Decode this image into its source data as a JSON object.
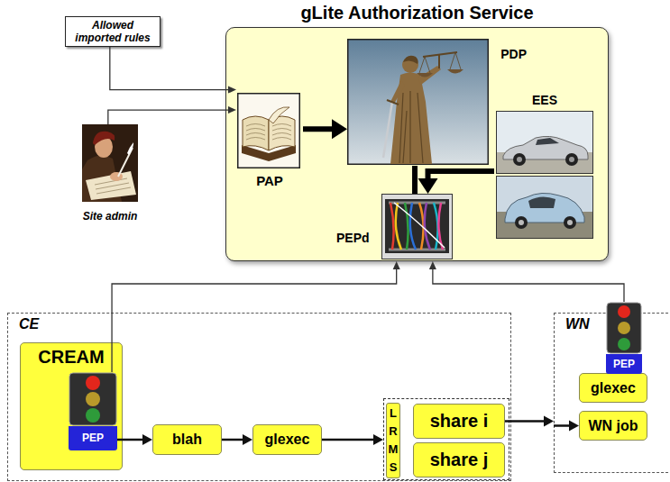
{
  "diagram": {
    "nodes": [
      {
        "text": [
          "gLite Authorization Service"
        ]
      },
      {
        "text": [
          "Allowed imported rules"
        ]
      },
      {
        "text": [
          "Site admin"
        ]
      },
      {
        "text": [
          "PAP"
        ],
        "in": 0
      },
      {
        "text": [
          "PDP"
        ],
        "in": 0
      },
      {
        "text": [
          "EES"
        ],
        "in": 0
      },
      {
        "text": [
          "PEPd"
        ],
        "in": 0
      },
      {
        "text": [
          "CE"
        ]
      },
      {
        "text": [
          "CREAM"
        ],
        "in": 7
      },
      {
        "text": [
          "PEP"
        ],
        "in": 8
      },
      {
        "text": [
          "blah"
        ],
        "in": 7
      },
      {
        "text": [
          "glexec"
        ],
        "in": 7
      },
      {
        "text": [
          "LRMS"
        ],
        "in": 7
      },
      {
        "text": [
          "share i"
        ],
        "in": 12
      },
      {
        "text": [
          "share j"
        ],
        "in": 12
      },
      {
        "text": [
          "WN"
        ]
      },
      {
        "text": [
          "PEP"
        ],
        "in": 15
      },
      {
        "text": [
          "glexec"
        ],
        "in": 15
      },
      {
        "text": [
          "WN job"
        ],
        "in": 15
      }
    ],
    "edges": [
      {
        "from": 1,
        "to": 3,
        "arrow": "to"
      },
      {
        "from": 2,
        "to": 3,
        "arrow": "to"
      },
      {
        "from": 3,
        "to": 4,
        "arrow": "to"
      },
      {
        "from": 4,
        "to": 6,
        "arrow": "none"
      },
      {
        "from": 5,
        "to": 6,
        "arrow": "to"
      },
      {
        "from": 9,
        "to": 6,
        "arrow": "to"
      },
      {
        "from": 16,
        "to": 6,
        "arrow": "to"
      },
      {
        "from": 9,
        "to": 10,
        "arrow": "to"
      },
      {
        "from": 10,
        "to": 11,
        "arrow": "to"
      },
      {
        "from": 11,
        "to": 12,
        "arrow": "to"
      },
      {
        "from": 13,
        "to": 15,
        "arrow": "to"
      },
      {
        "from": 15,
        "to": 18,
        "arrow": "to"
      }
    ]
  }
}
